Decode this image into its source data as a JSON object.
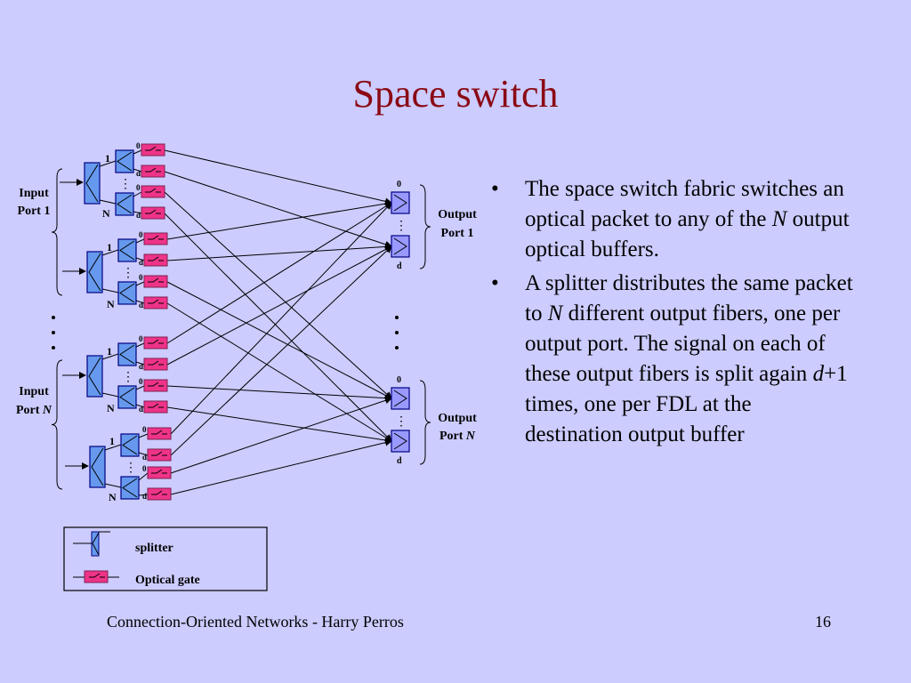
{
  "title": "Space switch",
  "diagram": {
    "input_port_1": [
      "Input",
      "Port 1"
    ],
    "input_port_n_prefix": "Port ",
    "input_port_n_word": "Input",
    "input_port_n_italic": "N",
    "output_port_1": [
      "Output",
      "Port 1"
    ],
    "output_port_n_word": "Output",
    "output_port_n_prefix": "Port ",
    "output_port_n_italic": "N",
    "label_1": "1",
    "label_N": "N",
    "label_0": "0",
    "label_d": "d",
    "ellipsis_vertical": "⋮",
    "legend": {
      "splitter": "splitter",
      "optical_gate": "Optical gate"
    },
    "colors": {
      "splitter_fill": "#6699ee",
      "splitter_stroke": "#000080",
      "gate_fill": "#ee3388",
      "output_buffer_fill": "#9999ff"
    }
  },
  "bullets": [
    {
      "segments": [
        {
          "text": "The space switch fabric switches an optical packet to any of the ",
          "italic": false
        },
        {
          "text": "N",
          "italic": true
        },
        {
          "text": " output optical buffers.",
          "italic": false
        }
      ]
    },
    {
      "segments": [
        {
          "text": "A splitter distributes the same packet to ",
          "italic": false
        },
        {
          "text": "N",
          "italic": true
        },
        {
          "text": " different output fibers, one per output port. The signal on each of these output fibers is split again ",
          "italic": false
        },
        {
          "text": "d",
          "italic": true
        },
        {
          "text": "+1 times, one per FDL at the destination output buffer",
          "italic": false
        }
      ]
    }
  ],
  "bullet_symbol": "•",
  "footer": "Connection-Oriented Networks - Harry Perros",
  "page_number": "16"
}
